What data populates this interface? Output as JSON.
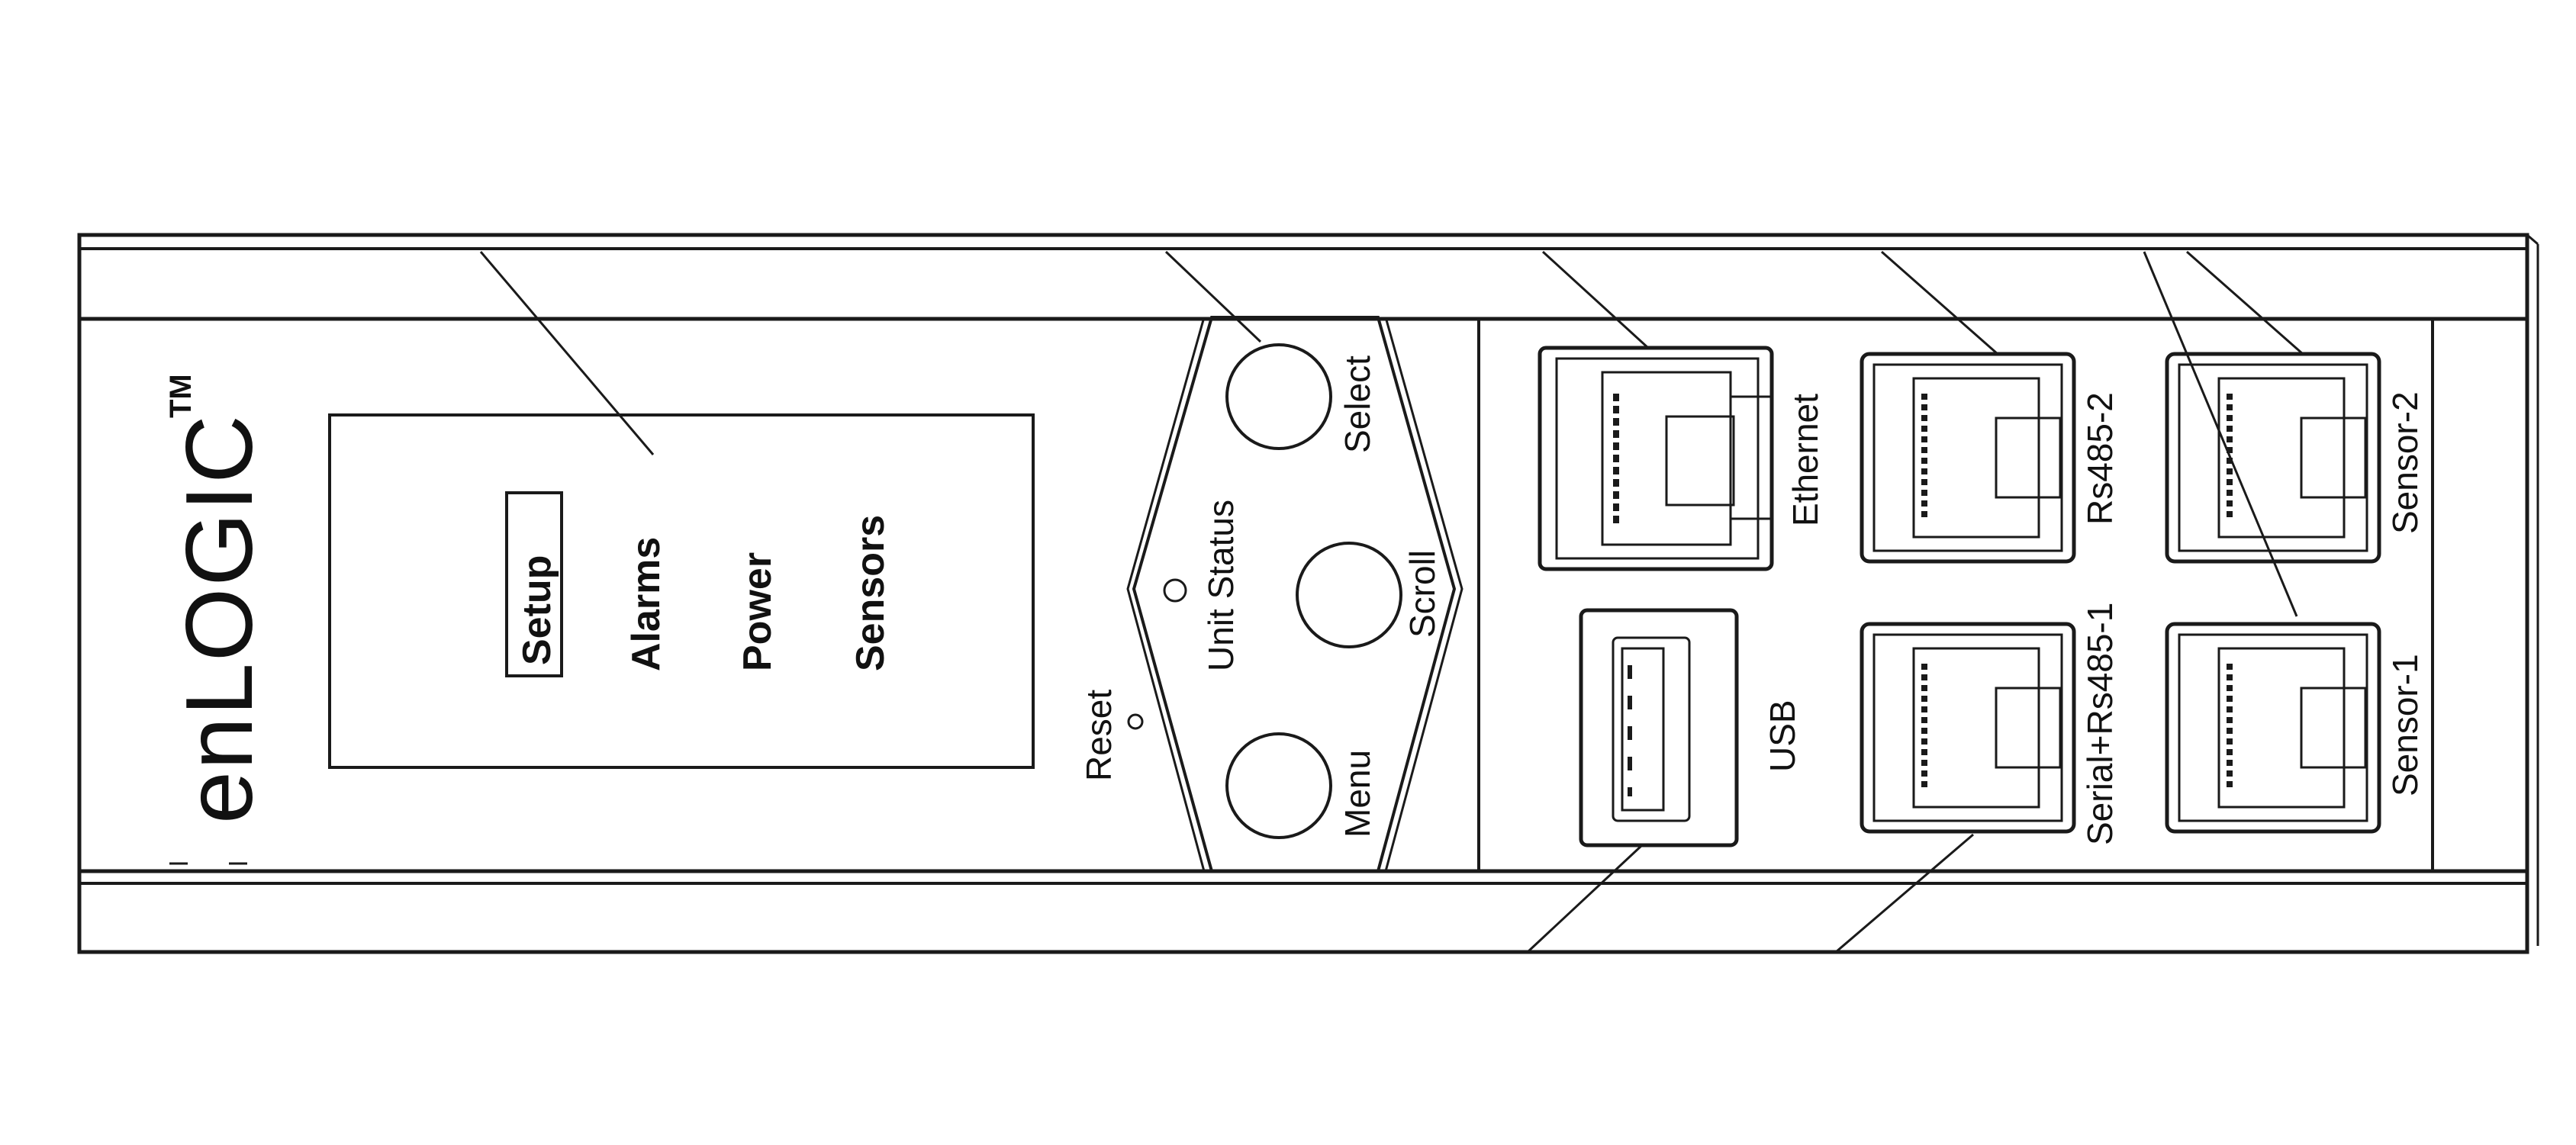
{
  "brand": {
    "logo_text": "enLOGIC",
    "trademark": "TM"
  },
  "display": {
    "items": [
      "Setup",
      "Alarms",
      "Power",
      "Sensors"
    ],
    "selected_item": "Setup"
  },
  "controls": {
    "select_label": "Select",
    "scroll_label": "Scroll",
    "menu_label": "Menu",
    "unit_status_label": "Unit Status",
    "reset_label": "Reset"
  },
  "ports": {
    "ethernet_label": "Ethernet",
    "usb_label": "USB",
    "rs485_2_label": "Rs485-2",
    "serial_rs485_1_label": "Serial+Rs485-1",
    "sensor_2_label": "Sensor-2",
    "sensor_1_label": "Sensor-1"
  },
  "colors": {
    "line": "#1a1a1a",
    "background": "#ffffff"
  }
}
